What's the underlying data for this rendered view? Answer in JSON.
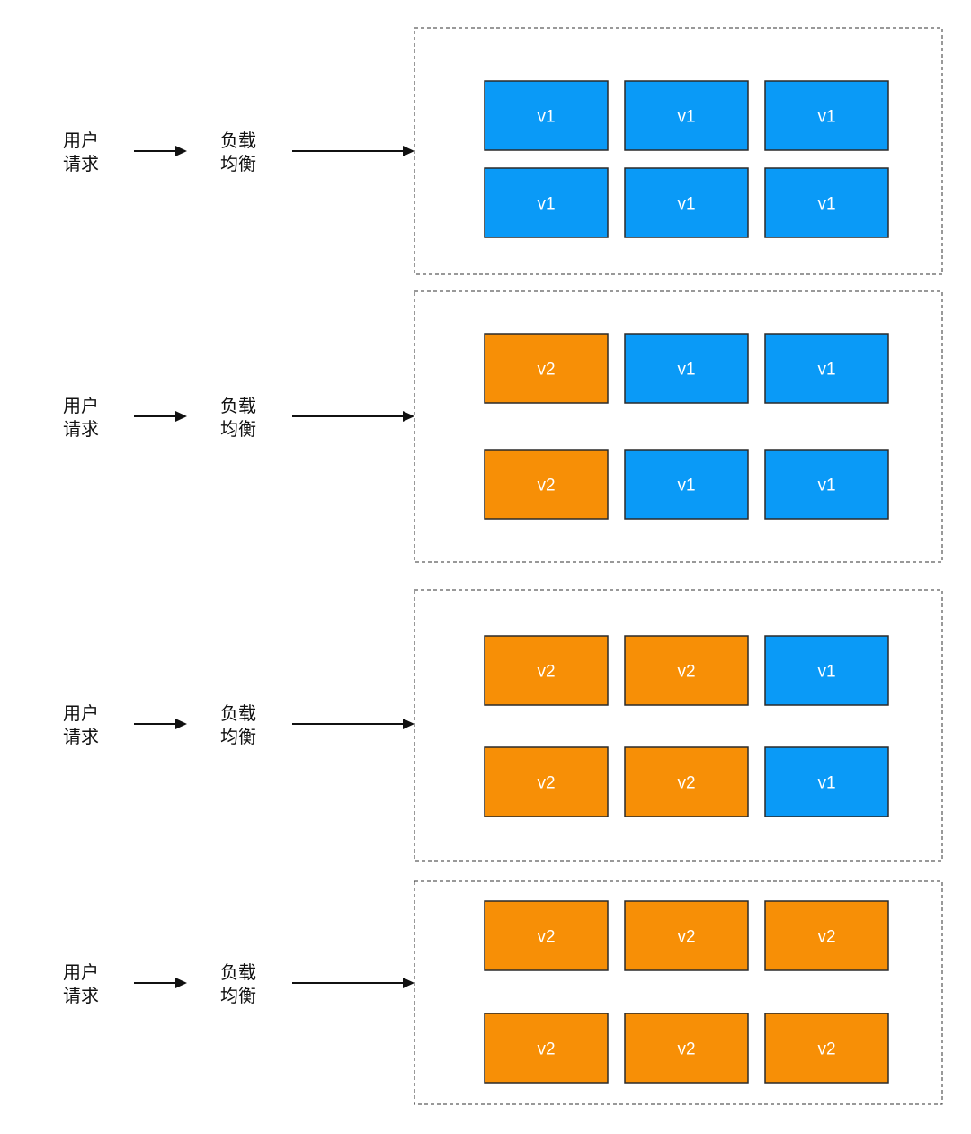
{
  "user_label_line1": "用户",
  "user_label_line2": "请求",
  "lb_label_line1": "负载",
  "lb_label_line2": "均衡",
  "colors": {
    "v1": "#0a9af7",
    "v2": "#f78f06"
  },
  "stages": [
    {
      "rows": [
        [
          "v1",
          "v1",
          "v1"
        ],
        [
          "v1",
          "v1",
          "v1"
        ]
      ]
    },
    {
      "rows": [
        [
          "v2",
          "v1",
          "v1"
        ],
        [
          "v2",
          "v1",
          "v1"
        ]
      ]
    },
    {
      "rows": [
        [
          "v2",
          "v2",
          "v1"
        ],
        [
          "v2",
          "v2",
          "v1"
        ]
      ]
    },
    {
      "rows": [
        [
          "v2",
          "v2",
          "v2"
        ],
        [
          "v2",
          "v2",
          "v2"
        ]
      ]
    }
  ]
}
